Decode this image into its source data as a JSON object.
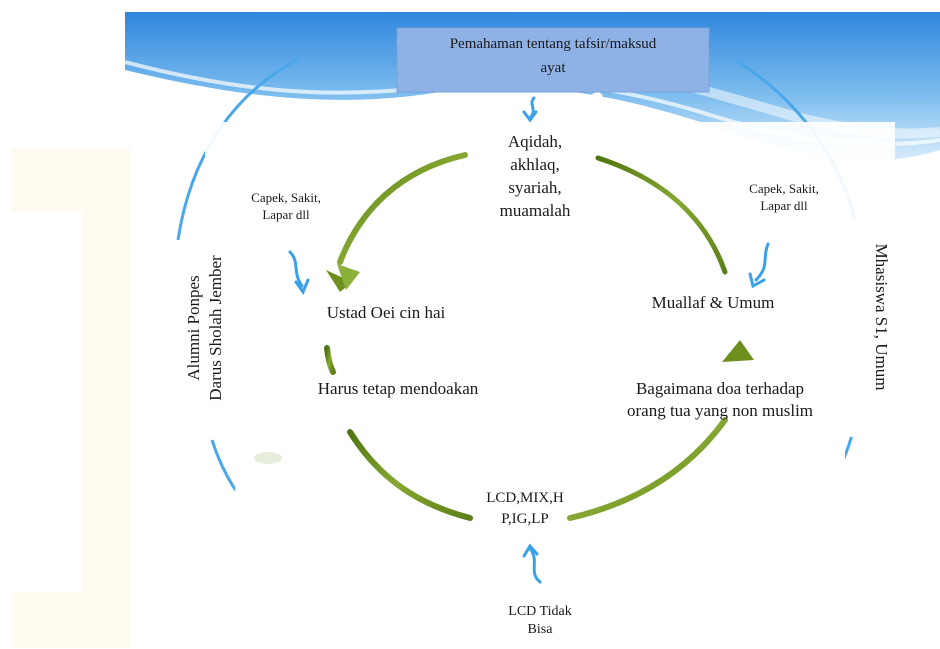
{
  "colors": {
    "blue_wave": "#3a8ee0",
    "blue_light": "#bfe0f8",
    "title_box": "#8fb2e6",
    "green_arrow": "#6e8f1e",
    "cream_panel": "#fffbf0",
    "blue_arrow": "#3aa0e8"
  },
  "top_box": {
    "line1": "Pemahaman tentang tafsir/maksud",
    "line2": "ayat"
  },
  "center_top": {
    "l1": "Aqidah,",
    "l2": "akhlaq,",
    "l3": "syariah,",
    "l4": "muamalah"
  },
  "left_obstacle": {
    "l1": "Capek, Sakit,",
    "l2": "Lapar dll"
  },
  "right_obstacle": {
    "l1": "Capek, Sakit,",
    "l2": "Lapar dll"
  },
  "left_node": "Ustad Oei cin hai",
  "right_node": "Muallaf & Umum",
  "left_bottom_node": "Harus tetap mendoakan",
  "right_bottom_node": {
    "l1": "Bagaimana doa terhadap",
    "l2": "orang tua yang non muslim"
  },
  "bottom_node": {
    "l1": "LCD,MIX,H",
    "l2": "P,IG,LP"
  },
  "bottom_obstacle": {
    "l1": "LCD Tidak",
    "l2": "Bisa"
  },
  "left_vertical": {
    "l1": "Alumni Ponpes",
    "l2": "Darus Sholah Jember"
  },
  "right_vertical": "Mhasiswa S1, Umum",
  "icons": {
    "green_arrows": "curved-arrow-icon",
    "blue_arrows": "squiggle-arrow-icon"
  }
}
